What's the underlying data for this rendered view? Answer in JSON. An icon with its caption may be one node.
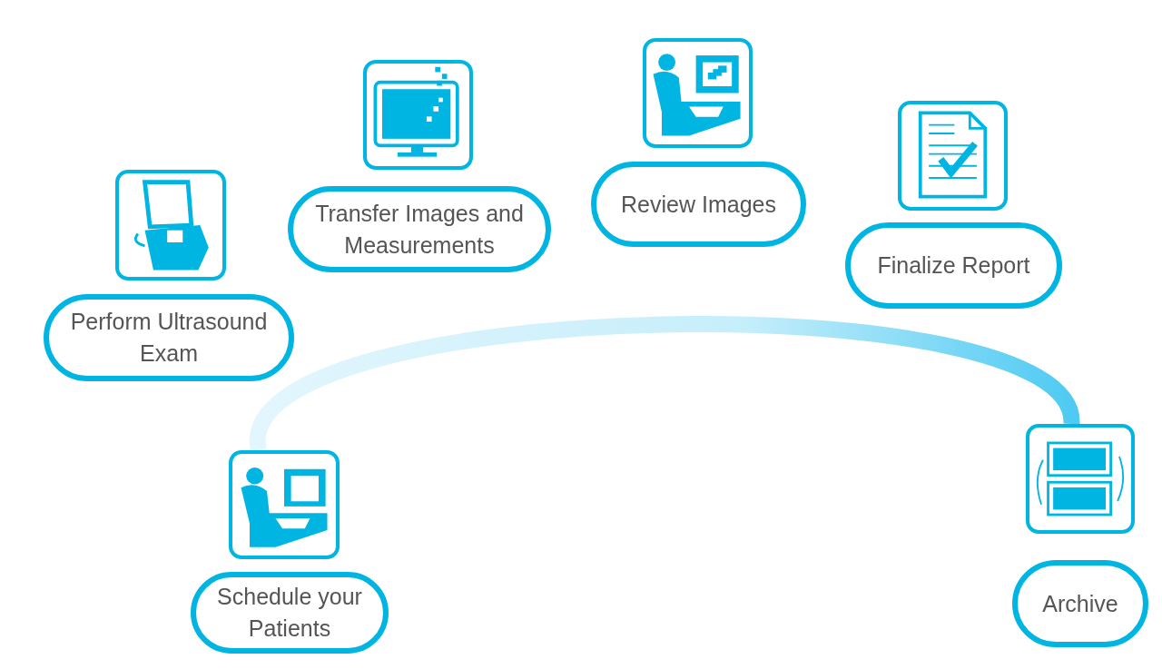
{
  "diagram": {
    "nodes": [
      {
        "text": [],
        "shape": "picture"
      },
      {
        "text": [
          "Schedule your Patients"
        ]
      },
      {
        "text": [],
        "shape": "picture"
      },
      {
        "text": [
          "Perform Ultrasound Exam"
        ]
      },
      {
        "text": [],
        "shape": "picture"
      },
      {
        "text": [
          "Transfer Images and Measurements"
        ]
      },
      {
        "text": [],
        "shape": "picture"
      },
      {
        "text": [
          "Review Images"
        ]
      },
      {
        "text": [],
        "shape": "picture"
      },
      {
        "text": [
          "Finalize Report"
        ]
      },
      {
        "text": [],
        "shape": "picture"
      },
      {
        "text": [
          "Archive"
        ]
      }
    ],
    "edges": [
      {
        "from": 0,
        "to": 10,
        "arrow": "none",
        "style": "thick"
      }
    ]
  }
}
